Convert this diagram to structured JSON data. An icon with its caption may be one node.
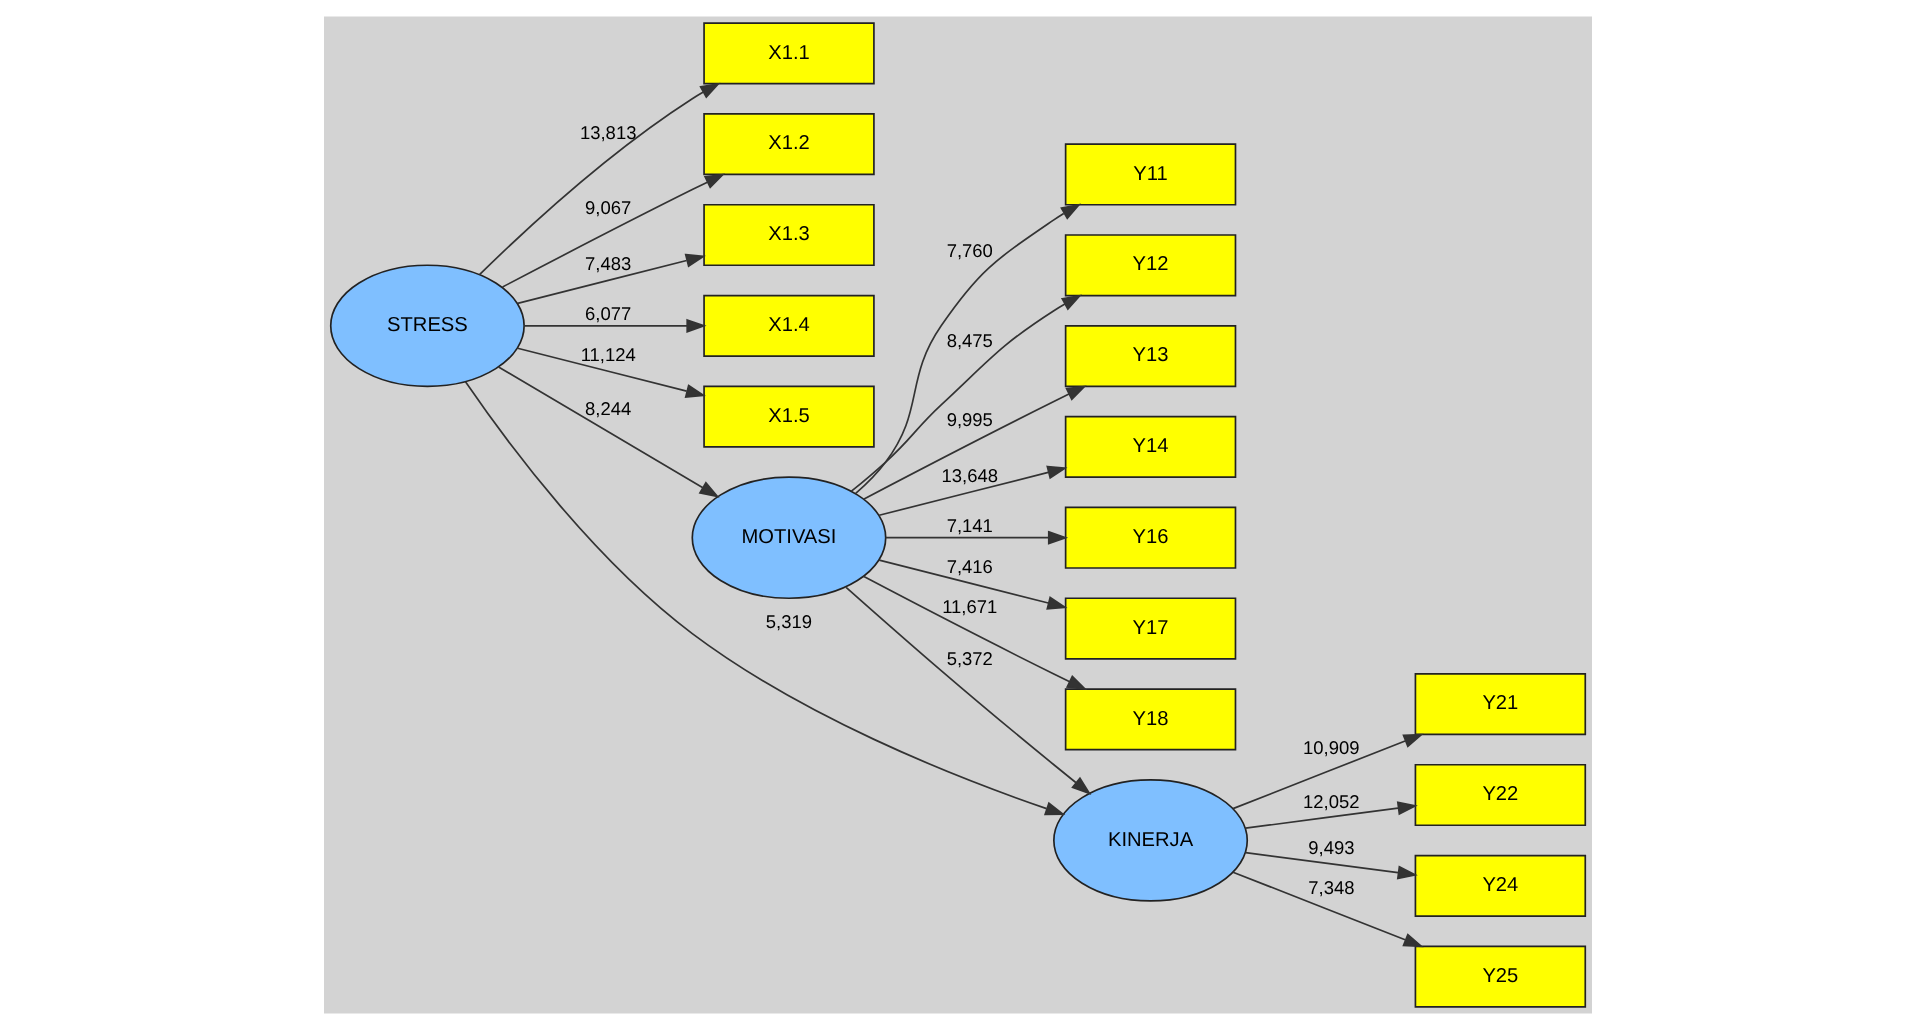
{
  "diagram": {
    "nodes": [
      {
        "text": [
          "Y11"
        ]
      },
      {
        "text": [
          "Y12"
        ]
      },
      {
        "text": [
          "Y13"
        ]
      },
      {
        "text": [
          "Y14"
        ]
      },
      {
        "text": [
          "Y16"
        ]
      },
      {
        "text": [
          "Y17"
        ]
      },
      {
        "text": [
          "Y18"
        ]
      },
      {
        "text": [
          "X1.1"
        ]
      },
      {
        "text": [
          "X1.2"
        ]
      },
      {
        "text": [
          "X1.3"
        ]
      },
      {
        "text": [
          "X1.4"
        ]
      },
      {
        "text": [
          "X1.5"
        ]
      },
      {
        "text": [
          "MOTIVASI"
        ]
      },
      {
        "text": [
          "STRESS"
        ]
      },
      {
        "text": [
          "KINERJA"
        ]
      },
      {
        "text": [
          "Y21"
        ]
      },
      {
        "text": [
          "Y22"
        ]
      },
      {
        "text": [
          "Y24"
        ]
      },
      {
        "text": [
          "Y25"
        ]
      }
    ],
    "edges": [
      {
        "from": 12,
        "to": 0,
        "arrow": "to",
        "label": "7,760"
      },
      {
        "from": 12,
        "to": 1,
        "arrow": "to",
        "label": "8,475"
      },
      {
        "from": 12,
        "to": 2,
        "arrow": "to",
        "label": "9,995"
      },
      {
        "from": 12,
        "to": 3,
        "arrow": "to",
        "label": "13,648"
      },
      {
        "from": 12,
        "to": 4,
        "arrow": "to",
        "label": "7,141"
      },
      {
        "from": 12,
        "to": 5,
        "arrow": "to",
        "label": "7,416"
      },
      {
        "from": 12,
        "to": 6,
        "arrow": "to",
        "label": "11,671"
      },
      {
        "from": 13,
        "to": 7,
        "arrow": "to",
        "label": "13,813"
      },
      {
        "from": 13,
        "to": 8,
        "arrow": "to",
        "label": "9,067"
      },
      {
        "from": 13,
        "to": 9,
        "arrow": "to",
        "label": "7,483"
      },
      {
        "from": 13,
        "to": 10,
        "arrow": "to",
        "label": "6,077"
      },
      {
        "from": 13,
        "to": 11,
        "arrow": "to",
        "label": "11,124"
      },
      {
        "from": 13,
        "to": 12,
        "arrow": "to",
        "label": "8,244"
      },
      {
        "from": 12,
        "to": 14,
        "arrow": "to",
        "label": "5,372"
      },
      {
        "from": 13,
        "to": 14,
        "arrow": "to",
        "label": "5,319"
      },
      {
        "from": 14,
        "to": 15,
        "arrow": "to",
        "label": "10,909"
      },
      {
        "from": 14,
        "to": 16,
        "arrow": "to",
        "label": "12,052"
      },
      {
        "from": 14,
        "to": 17,
        "arrow": "to",
        "label": "9,493"
      },
      {
        "from": 14,
        "to": 18,
        "arrow": "to",
        "label": "7,348"
      }
    ]
  }
}
